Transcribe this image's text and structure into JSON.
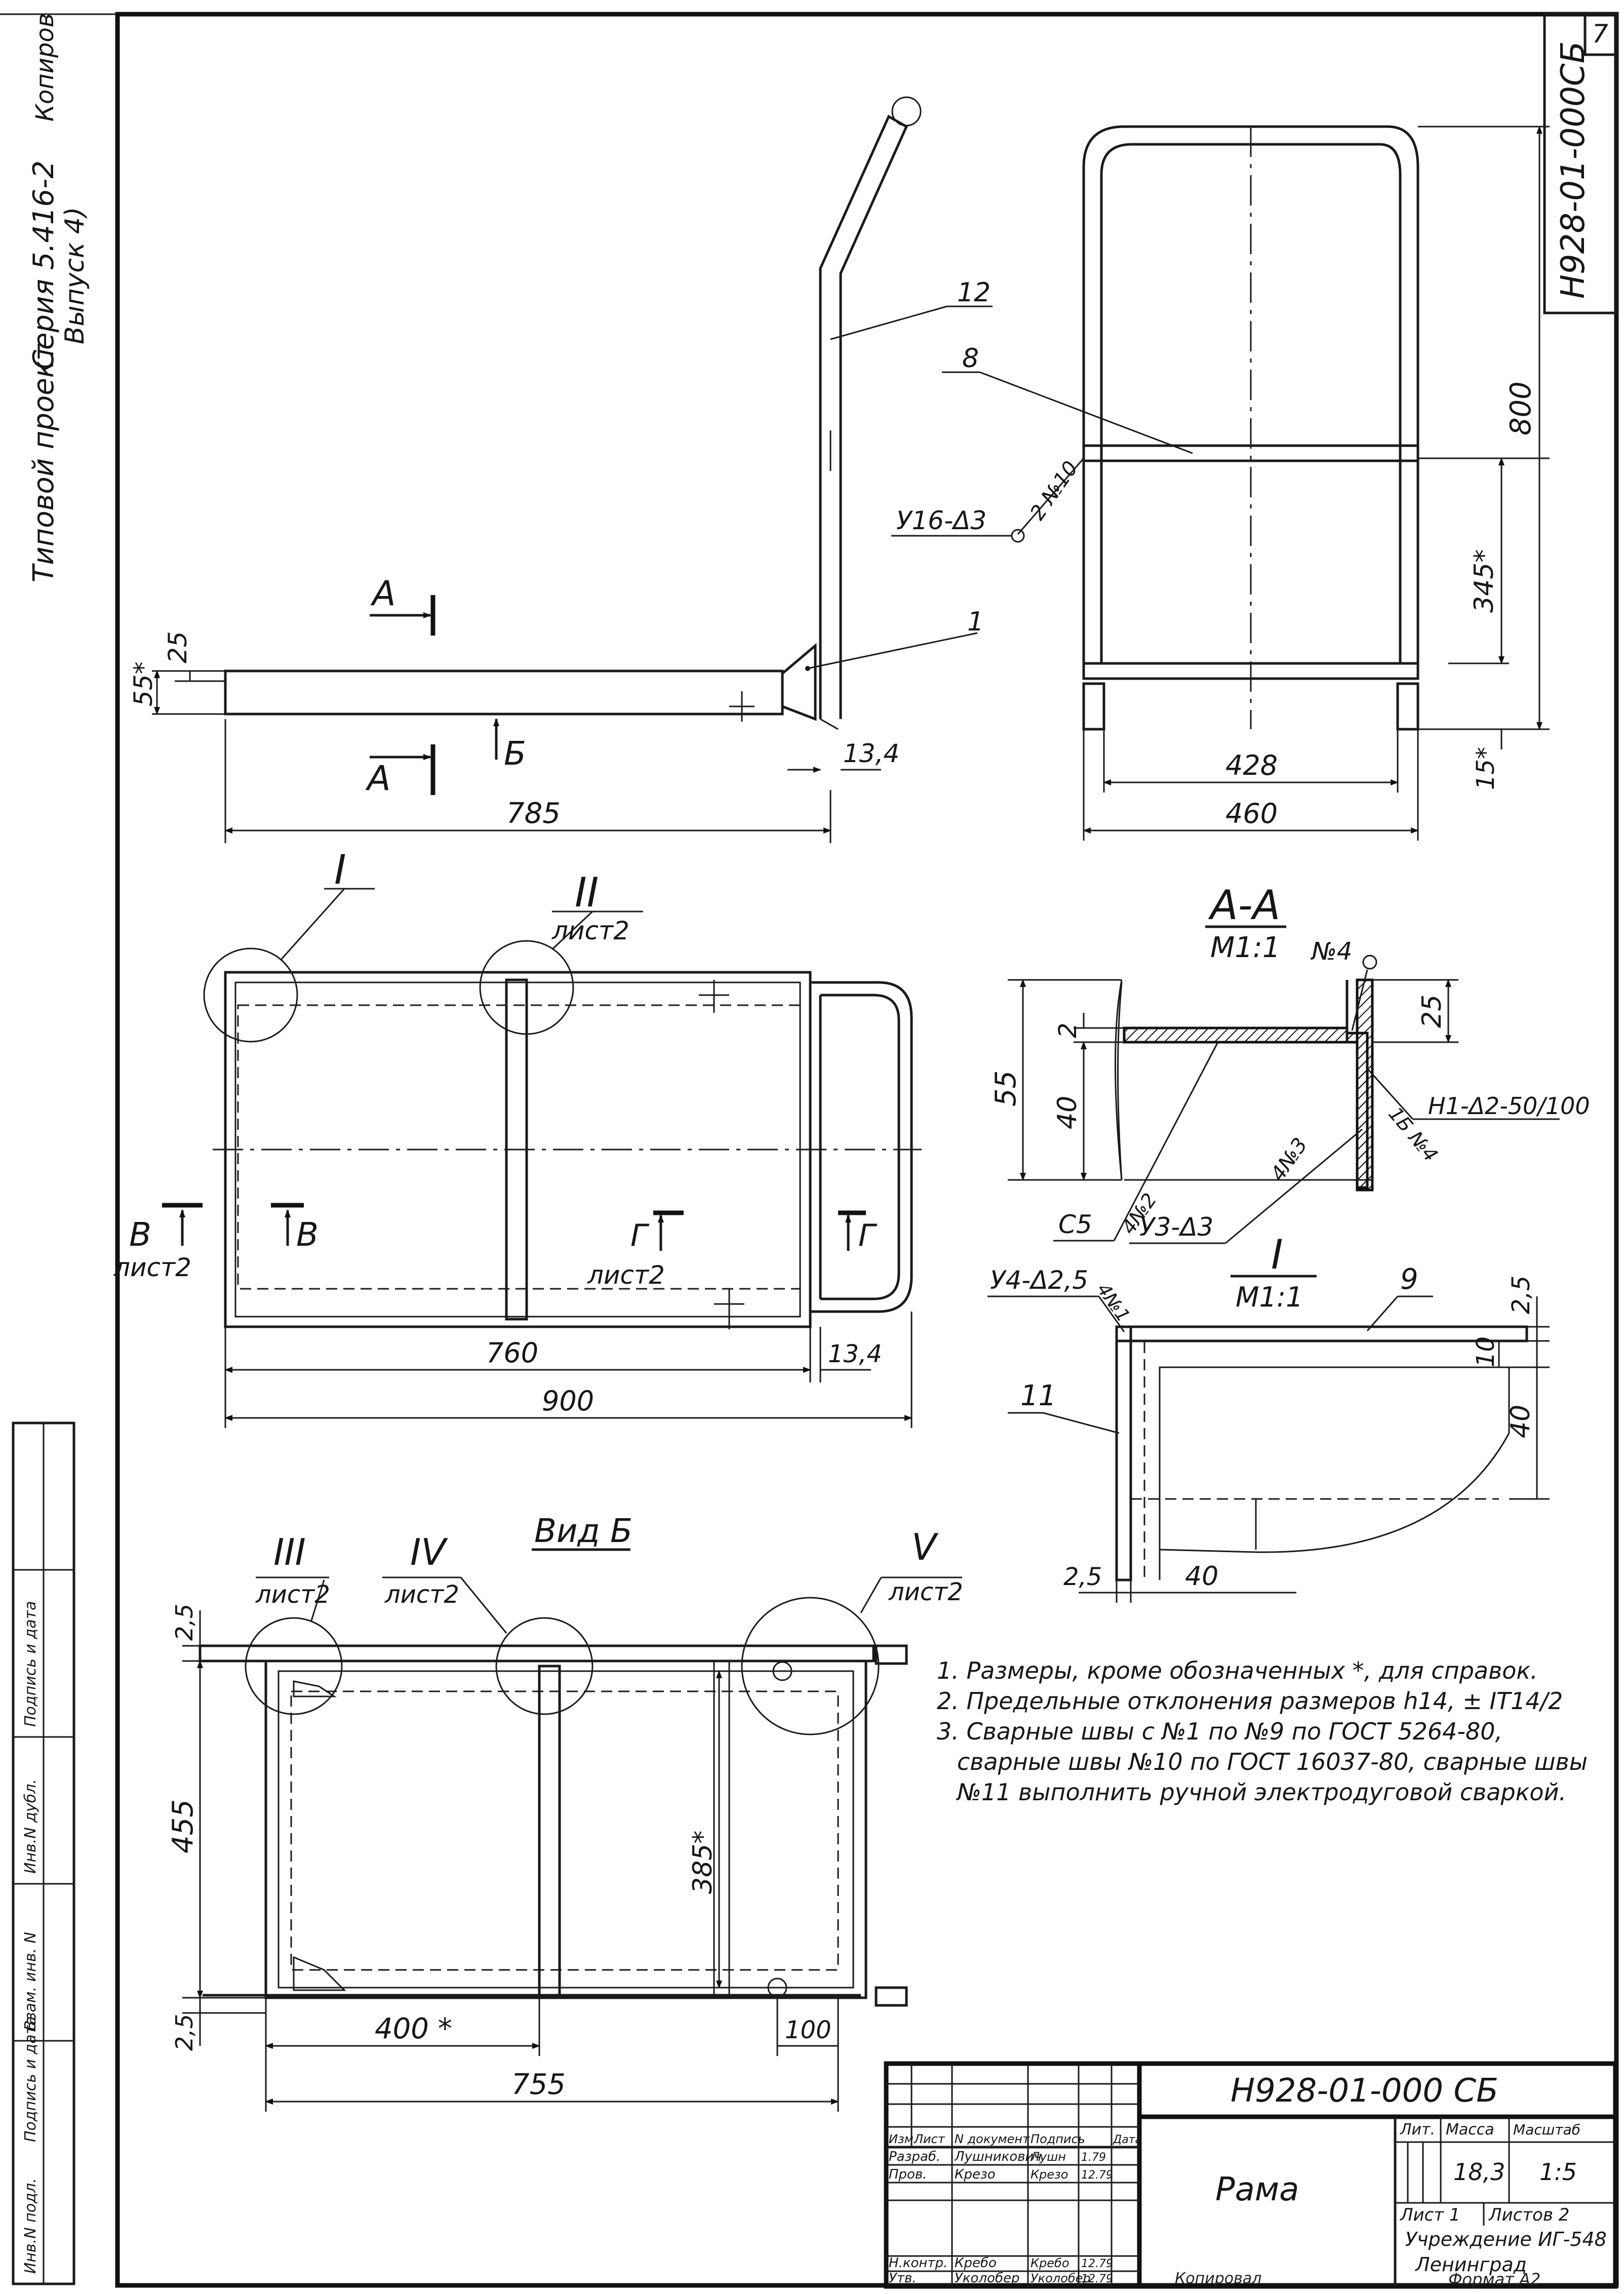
{
  "side_margin": {
    "series_label": "Типовой проект",
    "series_code": "Серия 5.416-2",
    "issue": "Выпуск 4)",
    "copied_label": "Копиров",
    "vertical_stamp_labels": [
      "Инв.N подл.",
      "Подпись и дата",
      "Взам. инв. N",
      "Инв.N дубл.",
      "Подпись и дата"
    ]
  },
  "sheet_number": "7",
  "top_stamp": "Н928-01-000СБ",
  "side_view": {
    "section_mark_top": "А",
    "section_mark_bottom": "А",
    "view_mark": "Б",
    "pos_12": "12",
    "pos_1": "1",
    "dim_785": "785",
    "dim_55": "55*",
    "dim_25": "25",
    "dim_13_4": "13,4"
  },
  "front_view": {
    "pos_8": "8",
    "weld_label": "У16-Δ3",
    "weld_number": "2 №10",
    "dim_800": "800",
    "dim_345": "345*",
    "dim_428": "428",
    "dim_460": "460",
    "dim_15": "15*"
  },
  "plan_view": {
    "callout_I": "I",
    "callout_II": "II",
    "callout_II_sheet": "лист2",
    "mark_B": "В",
    "mark_B_sheet": "лист2",
    "mark_B_inner": "В",
    "mark_G": "Г",
    "mark_G_sheet": "лист2",
    "mark_G_right": "Г",
    "dim_760": "760",
    "dim_900": "900",
    "dim_13_4": "13,4"
  },
  "section_AA": {
    "title": "А-А",
    "scale": "М1:1",
    "weld_no4": "№4",
    "dim_55": "55",
    "dim_40": "40",
    "dim_2": "2",
    "dim_25": "25",
    "weld_1b": "1Б №4",
    "weld_h1": "Н1-Δ2-50/100",
    "weld_4n3": "4№3",
    "weld_c5": "С5",
    "weld_4n2": "4№2",
    "weld_u3": "У3-Δ3"
  },
  "detail_I": {
    "title": "I",
    "scale": "М1:1",
    "weld_u4": "У4-Δ2,5",
    "weld_4n1": "4№1",
    "pos_9": "9",
    "pos_11": "11",
    "dim_2_5_top": "2,5",
    "dim_10": "10",
    "dim_40_right": "40",
    "dim_2_5_bottom": "2,5",
    "dim_40_bottom": "40"
  },
  "view_B": {
    "title": "Вид Б",
    "callout_III": "III",
    "callout_III_sheet": "лист2",
    "callout_IV": "IV",
    "callout_IV_sheet": "лист2",
    "callout_V": "V",
    "callout_V_sheet": "лист2",
    "dim_2_5_top": "2,5",
    "dim_455": "455",
    "dim_385": "385*",
    "dim_2_5_bottom": "2,5",
    "dim_400": "400 *",
    "dim_100": "100",
    "dim_755": "755"
  },
  "notes": [
    "1. Размеры, кроме обозначенных *, для справок.",
    "2. Предельные отклонения размеров h14, ± IT14/2",
    "3. Сварные швы с №1 по №9 по ГОСТ 5264-80,",
    "сварные швы №10 по ГОСТ 16037-80, сварные швы",
    "№11 выполнить ручной электродуговой сваркой."
  ],
  "title_block": {
    "document_code": "Н928-01-000 СБ",
    "name": "Рама",
    "header_lit": "Лит.",
    "header_mass": "Масса",
    "header_scale": "Масштаб",
    "mass": "18,3",
    "scale": "1:5",
    "sheet_label": "Лист 1",
    "sheets_label": "Листов 2",
    "org_line1": "Учреждение ИГ-548",
    "org_line2": "Ленинград",
    "col_headers": [
      "Изм.",
      "Лист",
      "N документ",
      "Подпись",
      "Дата"
    ],
    "rows": [
      {
        "role": "Разраб.",
        "name": "Лушникович",
        "sign": "Лушн",
        "date": "1.79"
      },
      {
        "role": "Пров.",
        "name": "Крезо",
        "sign": "Крезо",
        "date": "12.79"
      },
      {
        "role": "Н.контр.",
        "name": "Кребо",
        "sign": "Кребо",
        "date": "12.79"
      },
      {
        "role": "Утв.",
        "name": "Уколобер",
        "sign": "Уколобер",
        "date": "12.79"
      }
    ],
    "copied": "Копировал",
    "format": "Формат А2"
  }
}
